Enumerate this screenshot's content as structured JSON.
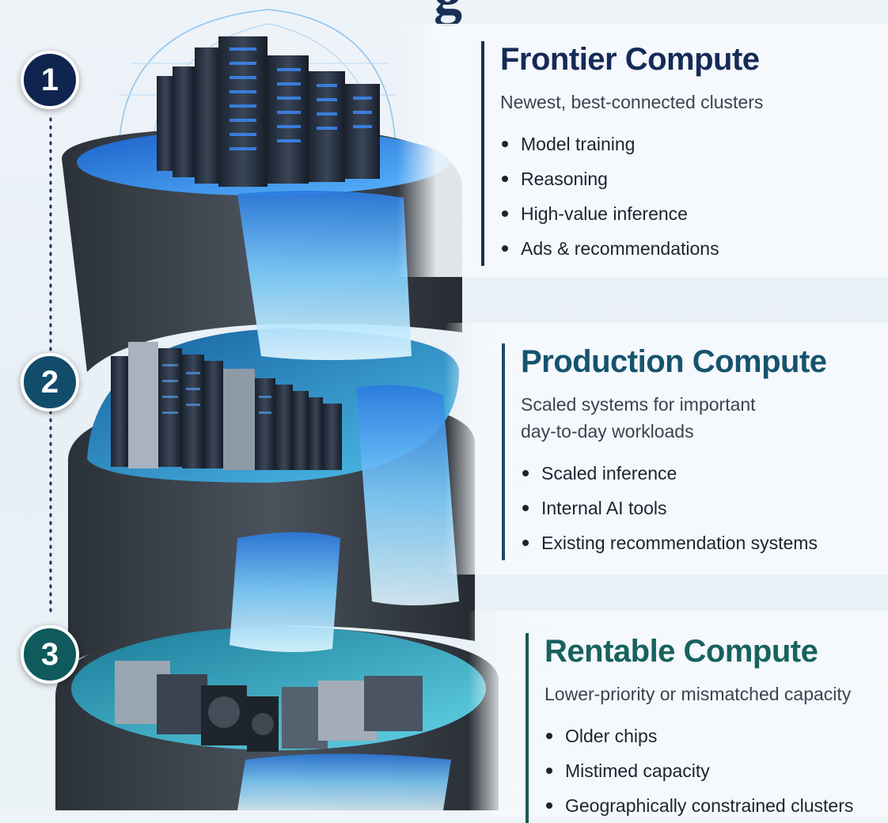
{
  "header": {
    "title_fragment": "g"
  },
  "steps": [
    {
      "number": "1",
      "title": "Frontier Compute",
      "subtitle": "Newest, best-connected clusters",
      "items": [
        "Model training",
        "Reasoning",
        "High-value inference",
        "Ads & recommendations"
      ]
    },
    {
      "number": "2",
      "title": "Production Compute",
      "subtitle": "Scaled systems for important\nday-to-day workloads",
      "items": [
        "Scaled inference",
        "Internal AI tools",
        "Existing recommendation systems"
      ]
    },
    {
      "number": "3",
      "title": "Rentable Compute",
      "subtitle": "Lower-priority or mismatched capacity",
      "items": [
        "Older chips",
        "Mistimed capacity",
        "Geographically constrained clusters"
      ]
    }
  ],
  "colors": {
    "tier1": "#152a58",
    "tier2": "#15536e",
    "tier3": "#16625f",
    "water": "#3aa0e8"
  }
}
